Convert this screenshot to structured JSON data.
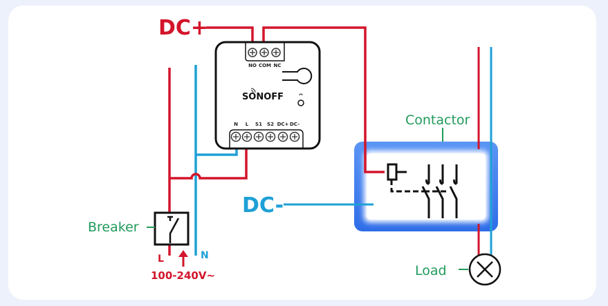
{
  "title": "Sonoff wiring diagram with contactor",
  "colors": {
    "live": "#d3152b",
    "neutral": "#1ea0d6",
    "label_green": "#1f9a5a",
    "outline": "#111111",
    "contactor_glow": "#3a7cf0",
    "background": "#edf1fb"
  },
  "labels": {
    "dc_plus": "DC+",
    "dc_minus": "DC-",
    "contactor": "Contactor",
    "breaker": "Breaker",
    "load": "Load",
    "live": "L",
    "neutral": "N",
    "voltage": "100-240V~"
  },
  "device": {
    "brand": "SONOFF",
    "top_terminals": [
      "NO",
      "COM",
      "NC"
    ],
    "bottom_terminals": [
      "N",
      "L",
      "S1",
      "S2",
      "DC+",
      "DC-"
    ]
  }
}
